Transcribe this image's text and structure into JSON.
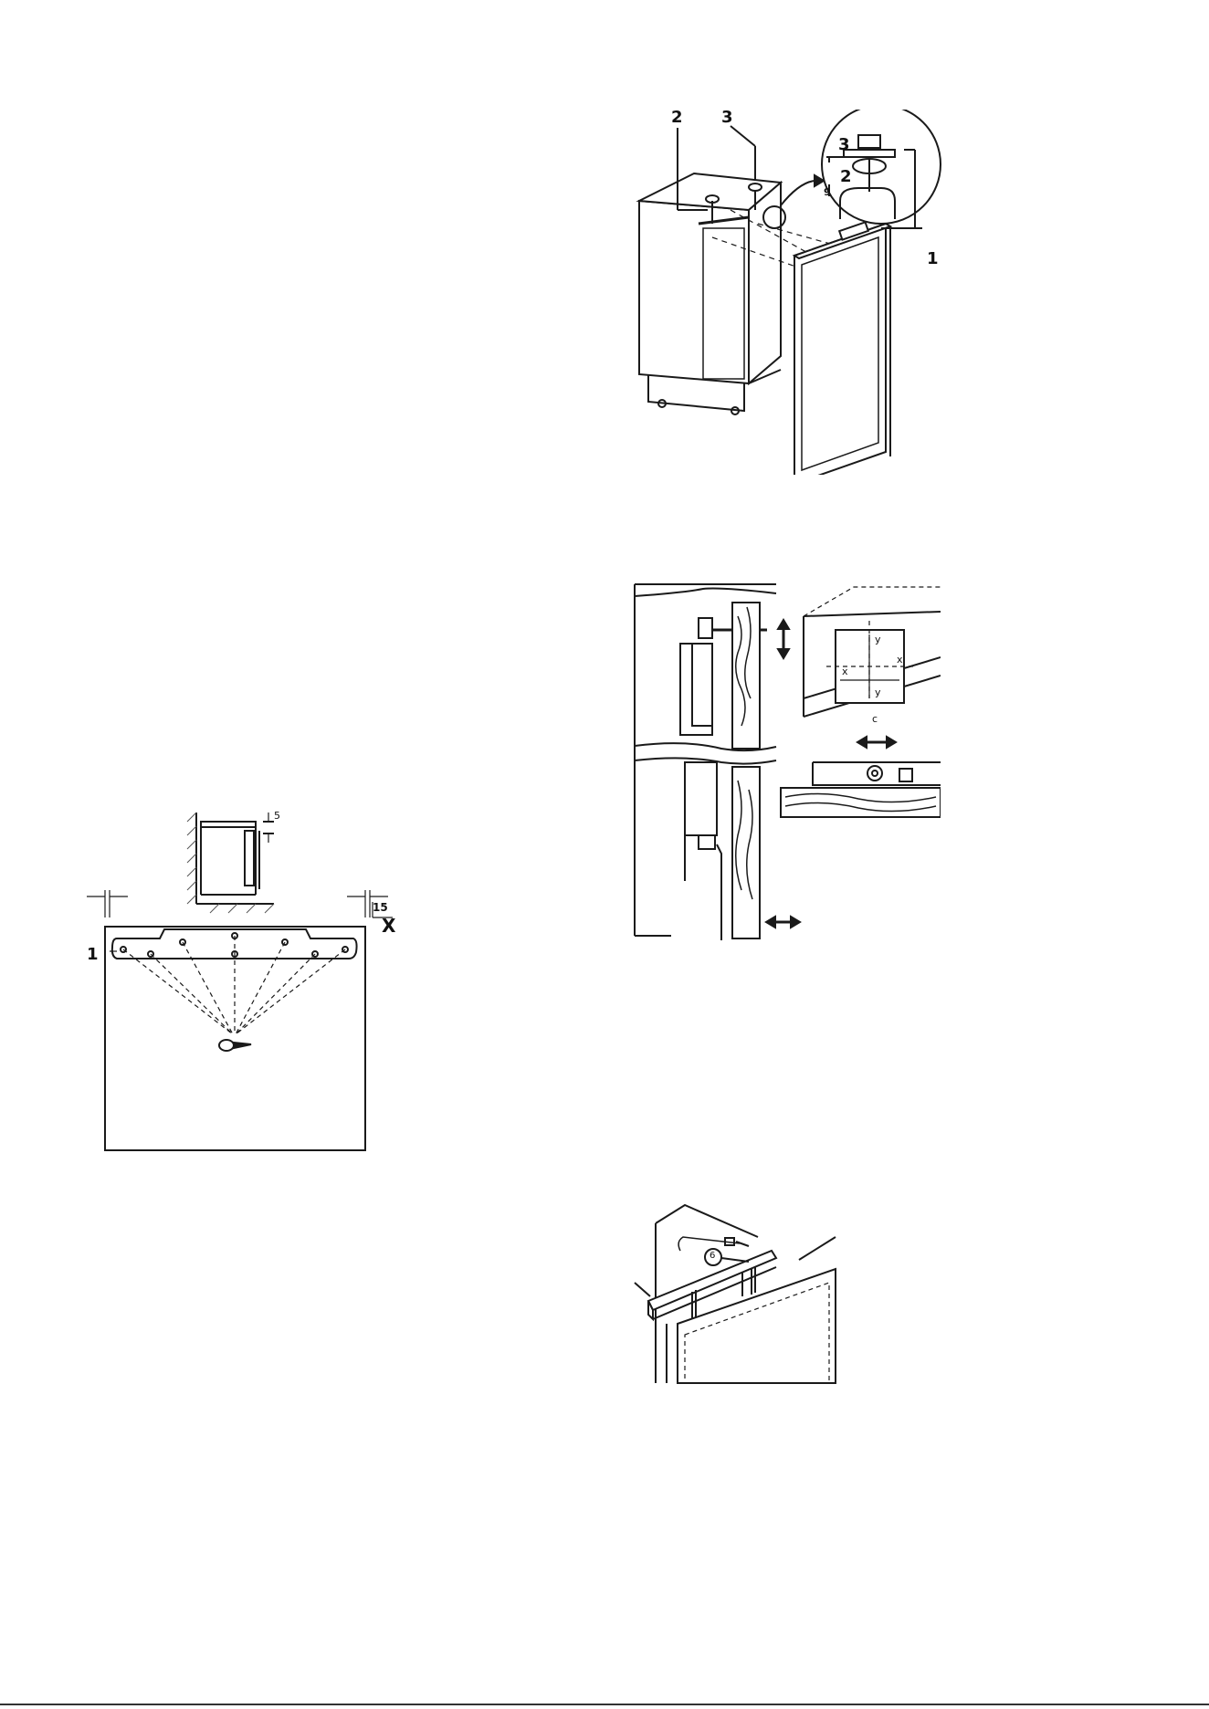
{
  "figure_top_right": {
    "label_2": "2",
    "label_3": "3",
    "inset_label_3": "3",
    "inset_label_2": "2",
    "inset_dim_9": "9",
    "label_1": "1"
  },
  "figure_middle_right": {
    "label_y_top": "y",
    "label_x_right": "x",
    "label_x_left": "x",
    "label_y_bottom": "y",
    "label_c": "c"
  },
  "figure_left": {
    "dim_5": "5",
    "dim_15": "15",
    "label_x": "X",
    "label_1": "1"
  },
  "figure_bottom_right": {
    "label_6": "6"
  },
  "colors": {
    "line": "#1a1a1a",
    "wood": "#444444",
    "hatch": "#555555"
  }
}
